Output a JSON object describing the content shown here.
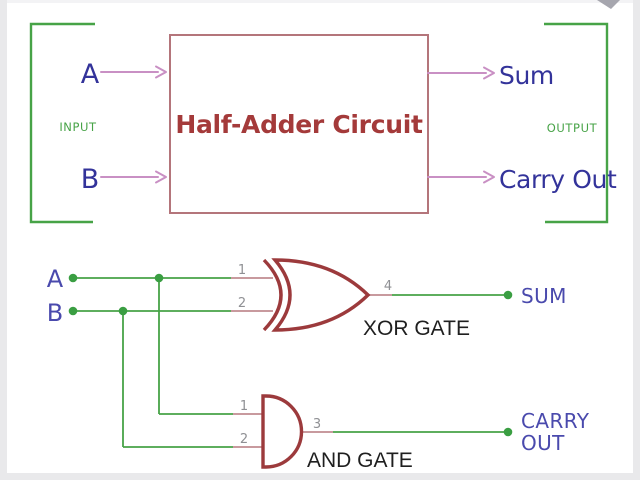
{
  "palette": {
    "green": "#47a347",
    "greenDot": "#3a9e42",
    "blue": "#33339a",
    "blueSoft": "#4a4aad",
    "rose": "#b4757b",
    "rosePin": "#c08b90",
    "brick": "#a43a3a",
    "gate": "#9c3a3c",
    "pink": "#c990c4",
    "gray": "#8f9094",
    "ink": "#1f1f1f",
    "frame": "#e9e9eb",
    "frameTop": "#f3f3f5",
    "cursor": "#a6a6ae"
  },
  "block": {
    "title": "Half-Adder Circuit",
    "input_group": "INPUT",
    "output_group": "OUTPUT",
    "input_a": "A",
    "input_b": "B",
    "output_sum": "Sum",
    "output_carry": "Carry Out"
  },
  "gates": {
    "input_a": "A",
    "input_b": "B",
    "xor": {
      "label": "XOR GATE",
      "in1": "1",
      "in2": "2",
      "out": "4",
      "output": "SUM"
    },
    "and": {
      "label": "AND GATE",
      "in1": "1",
      "in2": "2",
      "out": "3",
      "output_line1": "CARRY",
      "output_line2": "OUT"
    }
  }
}
